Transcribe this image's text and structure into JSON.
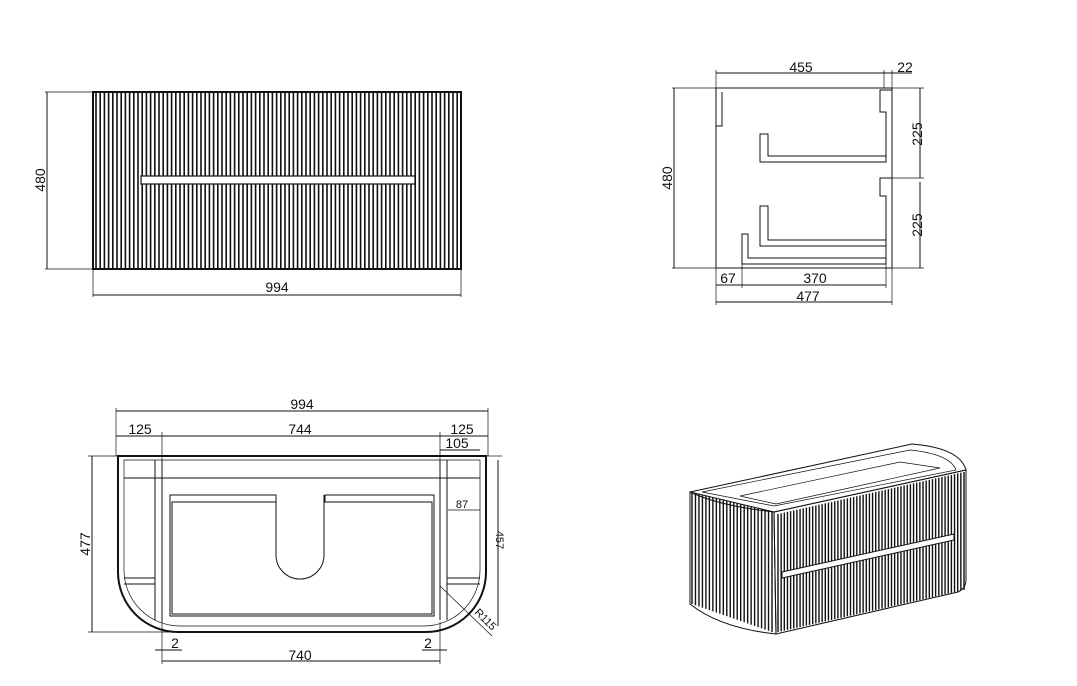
{
  "front_view": {
    "width_label": "994",
    "height_label": "480"
  },
  "side_view": {
    "depth_label": "455",
    "panel_label": "22",
    "height_label": "480",
    "upper_drawer_label": "225",
    "lower_drawer_label": "225",
    "offset_label": "67",
    "inner_depth_label": "370",
    "total_depth_label": "477"
  },
  "top_view": {
    "overall_width_label": "994",
    "left_margin_label": "125",
    "center_width_label": "744",
    "right_margin_label": "125",
    "right_inset_label": "105",
    "notch_label": "87",
    "depth_label": "477",
    "inner_depth_label": "457",
    "radius_label": "R115",
    "left_gap_label": "2",
    "right_gap_label": "2",
    "bottom_width_label": "740"
  },
  "colors": {
    "line": "#111111",
    "background": "#ffffff"
  }
}
